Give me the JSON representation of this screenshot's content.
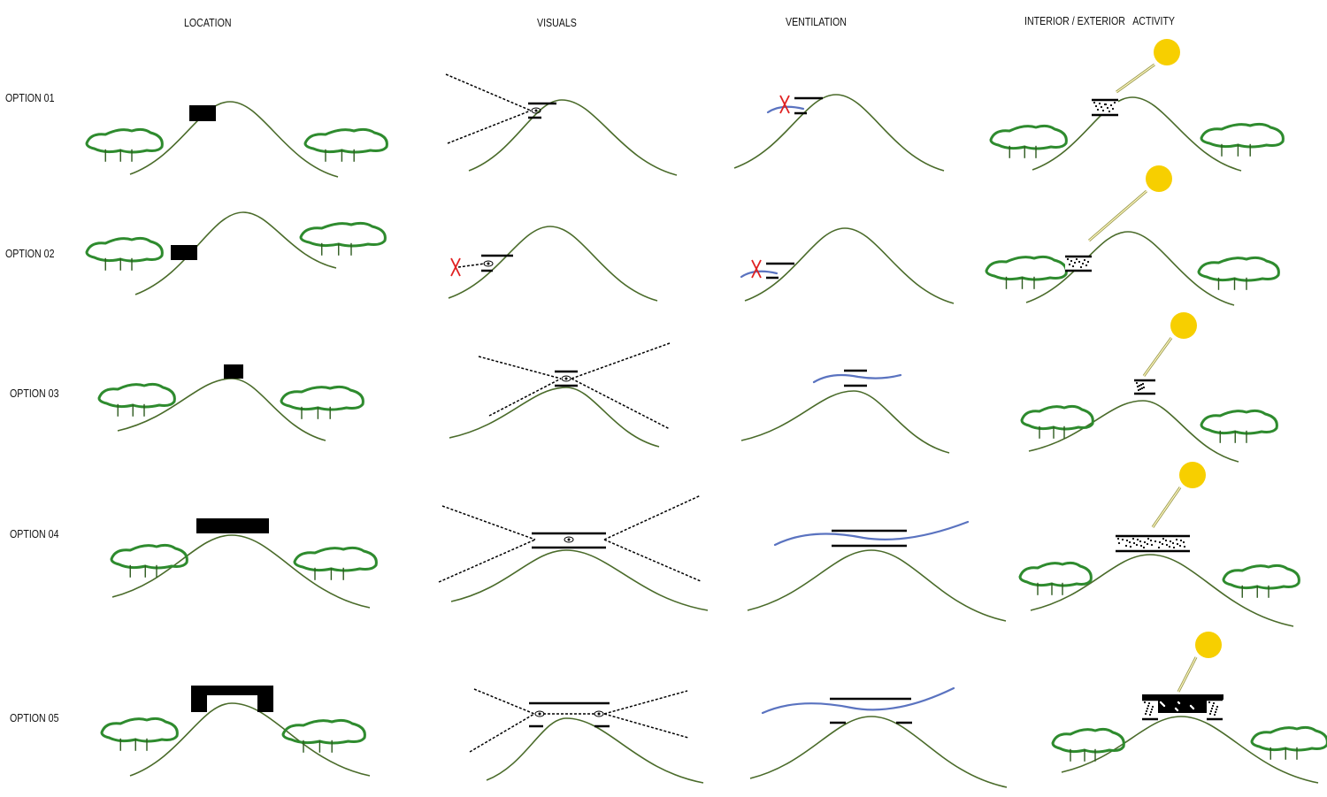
{
  "columns": {
    "location": "LOCATION",
    "visuals": "VISUALS",
    "ventilation": "VENTILATION",
    "activity": "INTERIOR / EXTERIOR   ACTIVITY"
  },
  "rows": [
    "OPTION 01",
    "OPTION 02",
    "OPTION 03",
    "OPTION 04",
    "OPTION 05"
  ],
  "colors": {
    "hill": "#4a6b2a",
    "tree": "#2e8b2e",
    "sun": "#f7cf00",
    "wind": "#5a73c0",
    "blocked": "#e02020",
    "building": "#000000"
  }
}
